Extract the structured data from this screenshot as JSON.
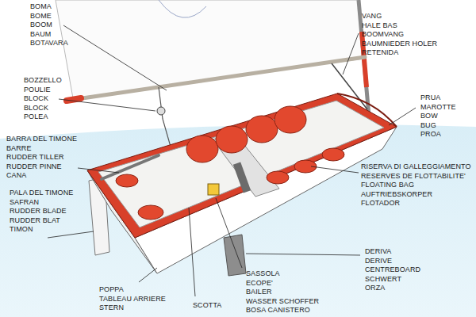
{
  "diagram": {
    "labels": [
      "BOMA",
      "BOME",
      "BOOM",
      "BAUM",
      "BOTAVARA",
      "BOZZELLO",
      "POULIE",
      "BLOCK",
      "BLOCK",
      "POLEA",
      "BARRA DEL TIMONE",
      "BARRE",
      "RUDDER TILLER",
      "RUDDER PINNE",
      "CANA",
      "PALA DEL TIMONE",
      "SAFRAN",
      "RUDDER BLADE",
      "RUDDER BLAT",
      "TIMON",
      "POPPA",
      "TABLEAU ARRIERE",
      "STERN",
      "SCOTTA",
      "SASSOLA",
      "ECOPE'",
      "BAILER",
      "WASSER SCHOFFER",
      "BOSA CANISTERO",
      "VANG",
      "HALE BAS",
      "BOOMVANG",
      "BAUMNIEDER HOLER",
      "RETENIDA",
      "PRUA",
      "MAROTTE",
      "BOW",
      "BUG",
      "PROA",
      "RISERVA DI GALLEGGIAMENTO",
      "RESERVES DE FLOTTABILITE'",
      "FLOATING BAG",
      "AUFTRIEBSKORPER",
      "FLOTADOR",
      "DERIVA",
      "DERIVE",
      "CENTREBOARD",
      "SCHWERT",
      "ORZA"
    ]
  }
}
